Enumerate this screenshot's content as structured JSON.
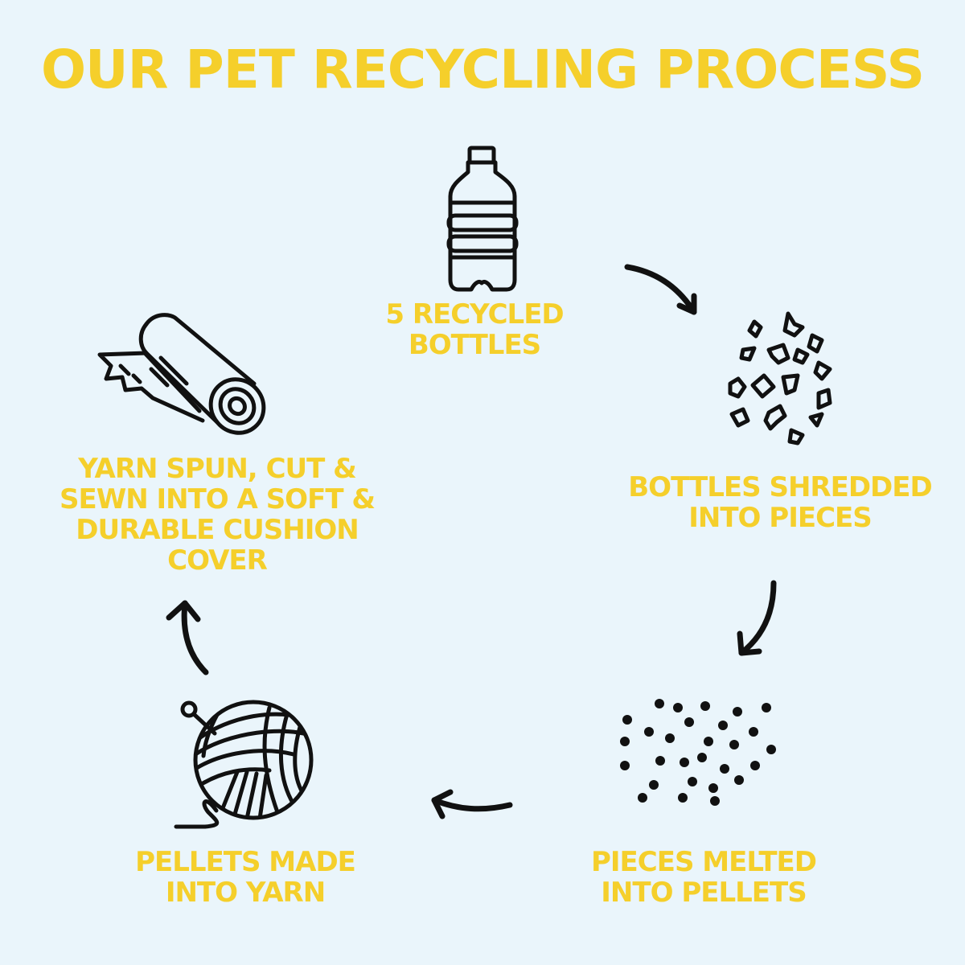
{
  "title": "OUR PET RECYCLING PROCESS",
  "steps": [
    {
      "label": "5 RECYCLED\nBOTTLES",
      "icon": "bottle-icon"
    },
    {
      "label": "BOTTLES SHREDDED\nINTO PIECES",
      "icon": "shredded-pieces-icon"
    },
    {
      "label": "PIECES MELTED\nINTO PELLETS",
      "icon": "pellets-icon"
    },
    {
      "label": "PELLETS MADE\nINTO YARN",
      "icon": "yarn-ball-icon"
    },
    {
      "label": "YARN SPUN, CUT &\nSEWN INTO A SOFT &\nDURABLE CUSHION\nCOVER",
      "icon": "fabric-roll-icon"
    }
  ],
  "colors": {
    "background": "#eaf5fb",
    "text": "#f5cf2b",
    "icon": "#111111"
  }
}
